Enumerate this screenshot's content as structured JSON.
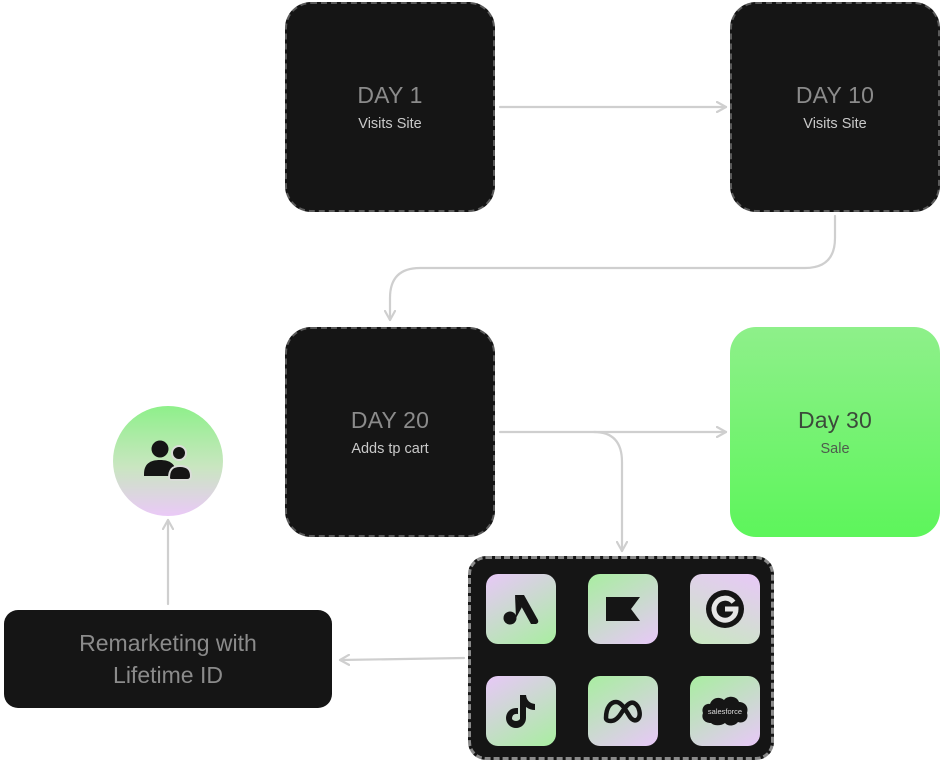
{
  "nodes": {
    "day1": {
      "title": "DAY 1",
      "subtitle": "Visits Site"
    },
    "day10": {
      "title": "DAY 10",
      "subtitle": "Visits Site"
    },
    "day20": {
      "title": "DAY 20",
      "subtitle": "Adds tp cart"
    },
    "day30": {
      "title": "Day 30",
      "subtitle": "Sale"
    }
  },
  "remarketing": {
    "label": "Remarketing with Lifetime ID"
  },
  "audience": {
    "icon": "users-icon"
  },
  "integrations": {
    "tiles": [
      {
        "icon": "google-ads-icon"
      },
      {
        "icon": "klaviyo-icon"
      },
      {
        "icon": "google-icon"
      },
      {
        "icon": "tiktok-icon"
      },
      {
        "icon": "meta-icon"
      },
      {
        "icon": "salesforce-icon",
        "label": "salesforce"
      }
    ]
  },
  "colors": {
    "node_bg": "#151515",
    "sale_green": "#5df55b",
    "connector": "#cfcfcf",
    "accent_pink": "#e8c8f8"
  }
}
